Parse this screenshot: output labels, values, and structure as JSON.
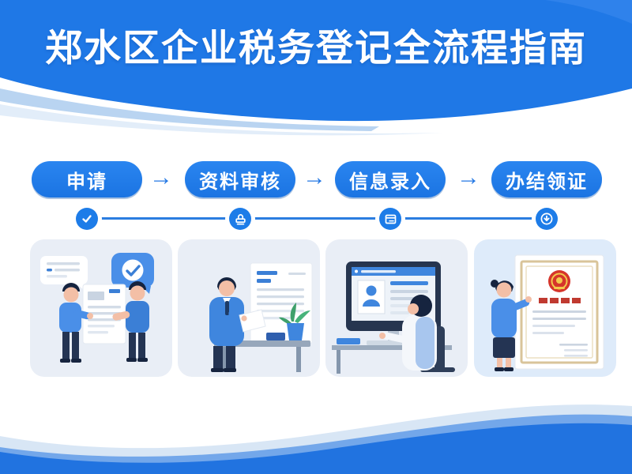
{
  "title": "郑水区企业税务登记全流程指南",
  "process": {
    "arrow_glyph": "→",
    "steps": [
      {
        "label": "申请",
        "marker_icon": "check-icon",
        "illustration": "application-consult-illustration"
      },
      {
        "label": "资料审核",
        "marker_icon": "stamp-icon",
        "illustration": "document-review-illustration"
      },
      {
        "label": "信息录入",
        "marker_icon": "form-window-icon",
        "illustration": "computer-data-entry-illustration"
      },
      {
        "label": "办结领证",
        "marker_icon": "download-badge-icon",
        "illustration": "certificate-issuance-illustration"
      }
    ]
  },
  "colors": {
    "primary_blue": "#1d7ce8",
    "line_blue": "#2b7de0",
    "panel_background": "#e9eef6",
    "panel4_background": "#deebfa",
    "wave_light": "#d8e6f5",
    "wave_medium": "#73a7ea",
    "wave_dark": "#2173e0",
    "emblem_red": "#d6352b",
    "certificate_border_gold": "#d9c49a",
    "title_text": "#ffffff"
  }
}
